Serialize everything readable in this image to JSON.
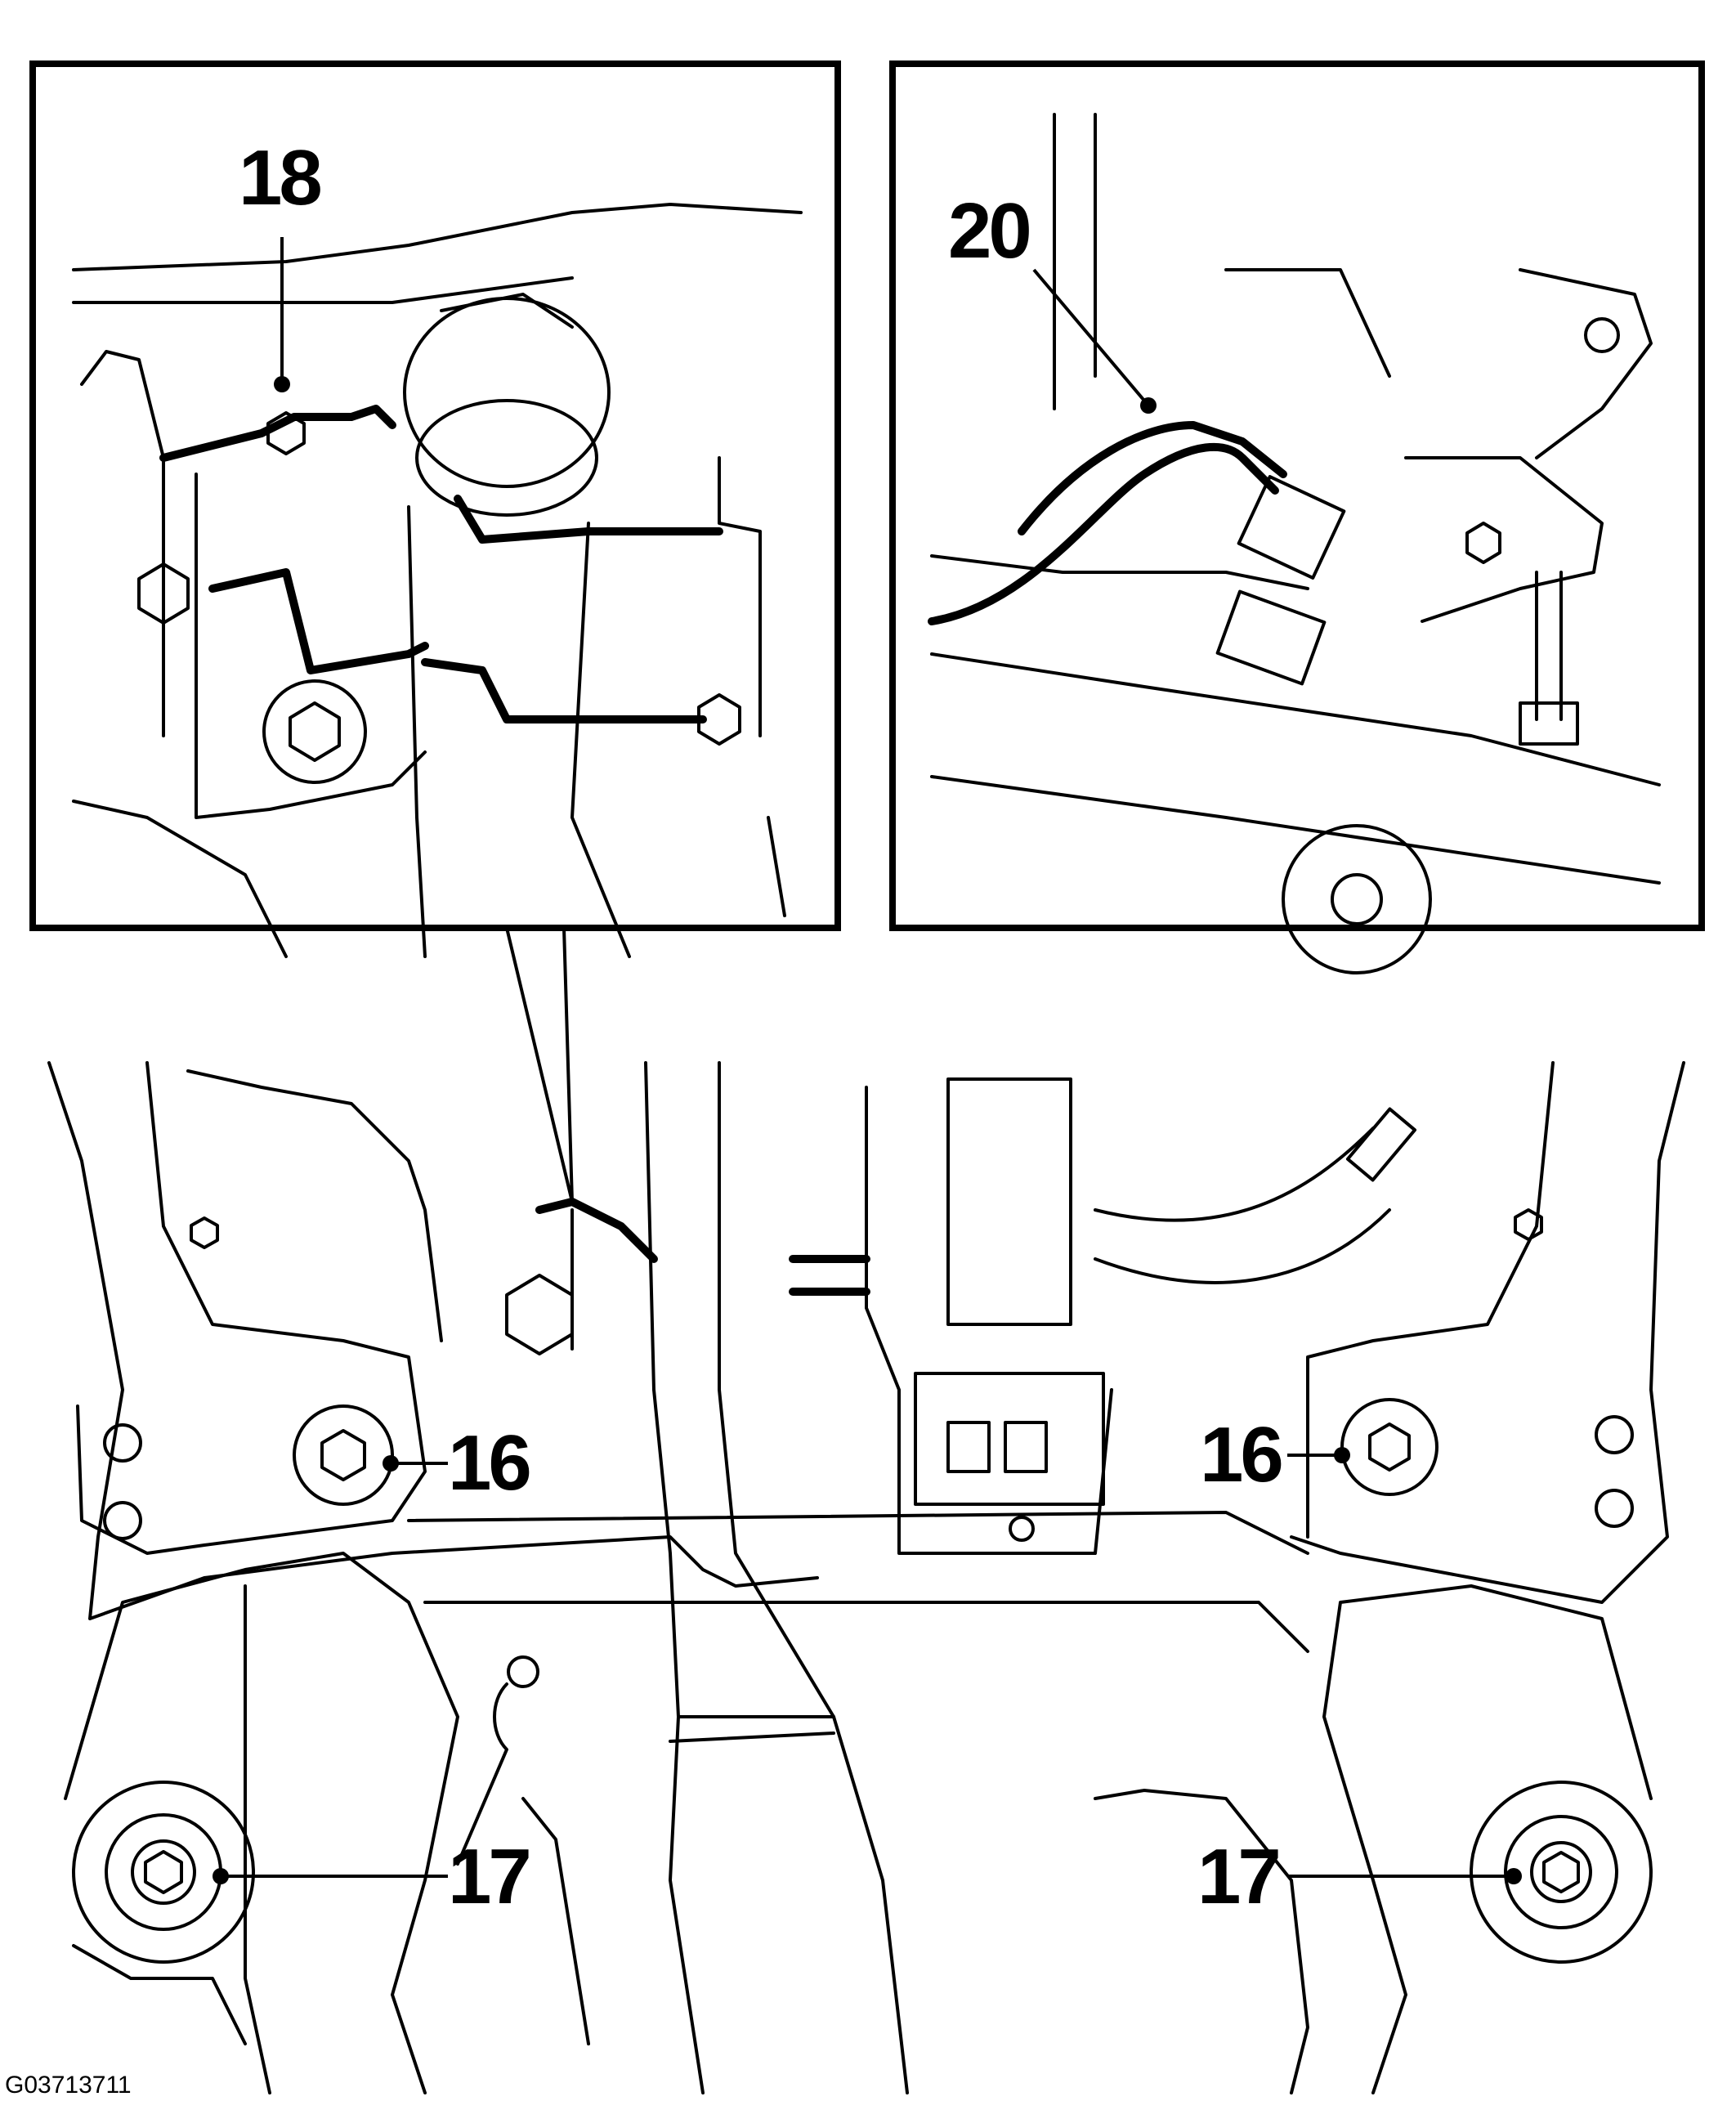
{
  "callouts": {
    "c18": "18",
    "c20": "20",
    "c16_left": "16",
    "c16_right": "16",
    "c17_left": "17",
    "c17_right": "17"
  },
  "figure_id": "G03713711",
  "colors": {
    "ink": "#000000",
    "paper": "#ffffff"
  }
}
